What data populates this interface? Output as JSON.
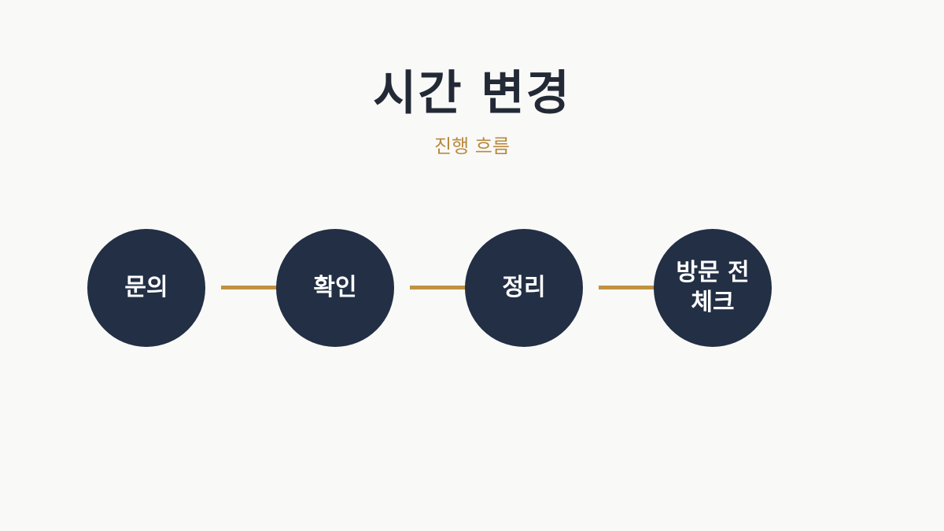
{
  "title": "시간 변경",
  "subtitle": "진행 흐름",
  "steps": [
    {
      "label": "문의"
    },
    {
      "label": "확인"
    },
    {
      "label": "정리"
    },
    {
      "label": "방문 전 체크"
    }
  ],
  "colors": {
    "background": "#f9f9f8",
    "title": "#232a36",
    "accent": "#c29140",
    "circle": "#222f44",
    "circle_text": "#ffffff"
  }
}
